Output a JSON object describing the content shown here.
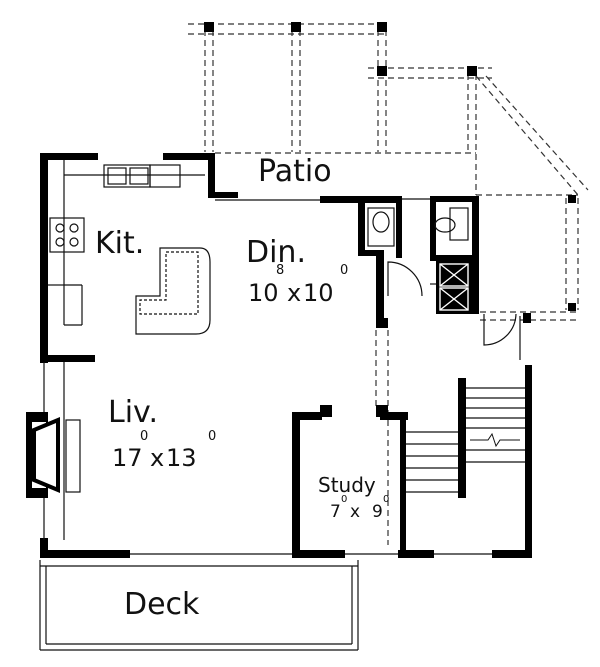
{
  "rooms": {
    "patio": {
      "name": "Patio"
    },
    "kitchen": {
      "name": "Kit."
    },
    "dining": {
      "name": "Din.",
      "width": "10",
      "width_in": "8",
      "x": "x",
      "depth": "10",
      "depth_in": "0"
    },
    "living": {
      "name": "Liv.",
      "width": "17",
      "width_in": "0",
      "x": "x",
      "depth": "13",
      "depth_in": "0"
    },
    "study": {
      "name": "Study",
      "width": "7",
      "width_in": "0",
      "x": "x",
      "depth": "9",
      "depth_in": "0"
    },
    "deck": {
      "name": "Deck"
    }
  },
  "colors": {
    "wall": "#000000",
    "line": "#111111",
    "background": "#ffffff"
  }
}
